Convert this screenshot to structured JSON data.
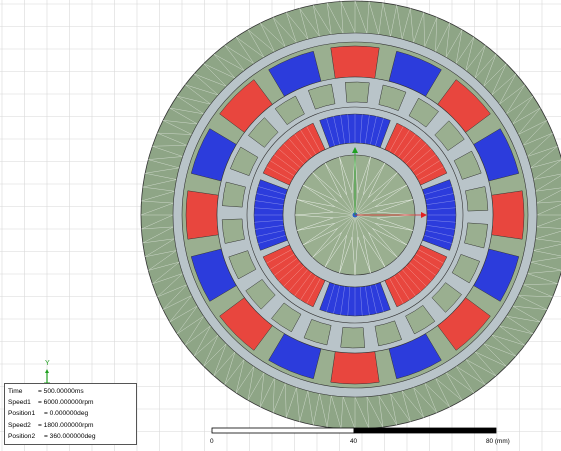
{
  "viewport": {
    "colors": {
      "background": "#ffffff",
      "grid": "#d8d8d8",
      "outer_disc": "#8ea586",
      "teeth_ring": "#b9c4c9",
      "green_region": "#9aaf90",
      "mesh_line": "#ffffff",
      "magnet_red": "#e8463e",
      "magnet_blue": "#2c3cdc",
      "boundary": "#333333",
      "axis_x": "#e02020",
      "axis_y": "#20a020",
      "origin": "#2a62c8"
    }
  },
  "info_box": {
    "rows": [
      {
        "label": "Time",
        "value": "= 500.00000ms"
      },
      {
        "label": "Speed1",
        "value": "= 6000.000000rpm"
      },
      {
        "label": "Position1",
        "value": "= 0.000000deg"
      },
      {
        "label": "Speed2",
        "value": "= 1800.000000rpm"
      },
      {
        "label": "Position2",
        "value": "= 360.000000deg"
      }
    ]
  },
  "axis_triad": {
    "y_label": "Y"
  },
  "scale_bar": {
    "labels": [
      "0",
      "40",
      "80 (mm)"
    ]
  }
}
